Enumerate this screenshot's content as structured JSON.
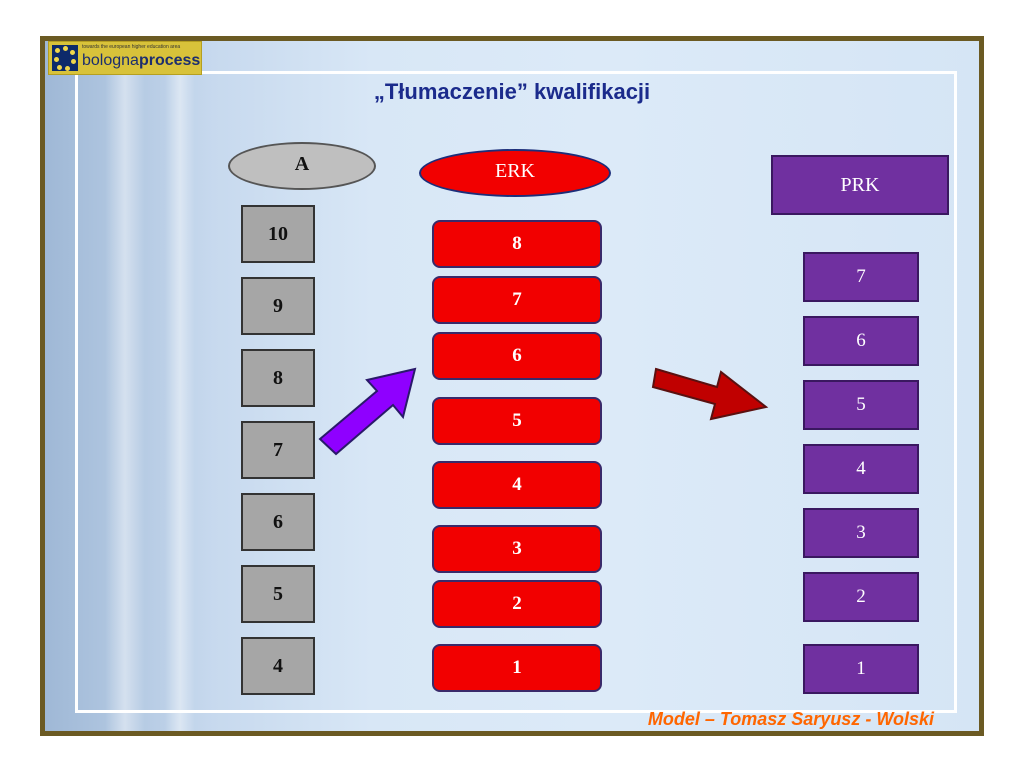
{
  "logo": {
    "small_text": "towards the european higher education area",
    "word1": "bologna",
    "word2": "process"
  },
  "title": "„Tłumaczenie” kwalifikacji",
  "columns": {
    "a": {
      "label": "A",
      "levels": [
        "10",
        "9",
        "8",
        "7",
        "6",
        "5",
        "4"
      ]
    },
    "erk": {
      "label": "ERK",
      "levels": [
        "8",
        "7",
        "6",
        "5",
        "4",
        "3",
        "2",
        "1"
      ]
    },
    "prk": {
      "label": "PRK",
      "levels": [
        "7",
        "6",
        "5",
        "4",
        "3",
        "2",
        "1"
      ]
    }
  },
  "footer": "Model – Tomasz Saryusz - Wolski",
  "colors": {
    "erk": "#f20000",
    "prk": "#7030a0",
    "a": "#a6a6a6",
    "arrow_left": "#8f00ff",
    "arrow_right": "#c00000",
    "title": "#1b2b8c",
    "footer": "#ff6600"
  }
}
